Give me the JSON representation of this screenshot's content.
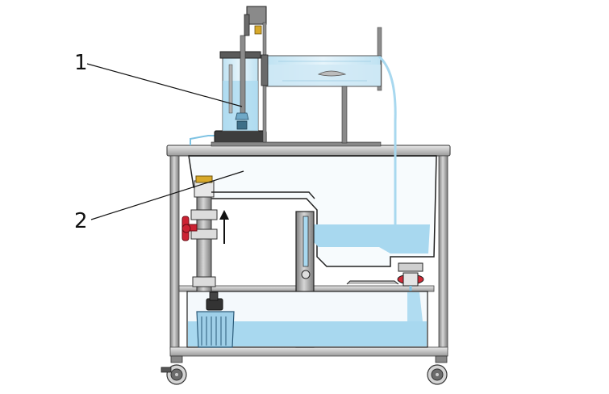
{
  "callouts": [
    {
      "id": "1",
      "label": "1"
    },
    {
      "id": "2",
      "label": "2"
    }
  ],
  "colors": {
    "water": "#a8d8ef",
    "water_dark": "#7fc3e3",
    "acrylic": "#d9eef8",
    "steel": "#9a9a9a",
    "steel_dark": "#5e5e5e",
    "valve_red": "#cc2233",
    "brass": "#d8a92a",
    "outline": "#1a1a1a"
  },
  "icons": {
    "flow_arrow": "up-arrow-icon",
    "valve": "ball-valve-icon",
    "pump": "submersible-pump-icon",
    "caster": "caster-wheel-icon"
  }
}
